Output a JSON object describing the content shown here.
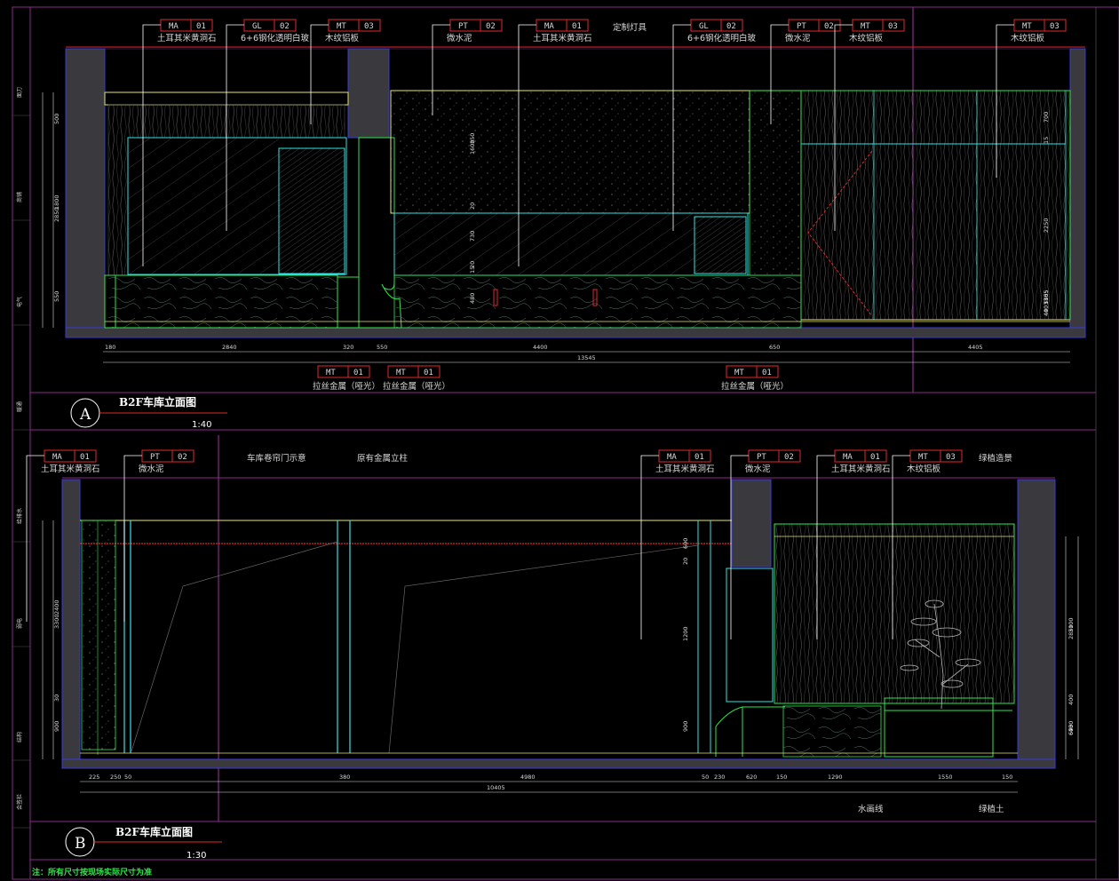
{
  "colors": {
    "background": "#000000",
    "frame": "#8a2a8a",
    "column": "#3a3a3e",
    "yellow": "#e8e36a",
    "cyan": "#2ee5e5",
    "green": "#2ee84a",
    "red": "#e0282a",
    "blue": "#3a3ad8"
  },
  "elevation_a": {
    "letter": "A",
    "title": "B2F车库立面图",
    "scale": "1:40",
    "tags_top": [
      {
        "code": "MA",
        "num": "01",
        "label": "土耳其米黄洞石"
      },
      {
        "code": "GL",
        "num": "02",
        "label": "6+6钢化透明白玻"
      },
      {
        "code": "MT",
        "num": "03",
        "label": "木纹铝板"
      },
      {
        "code": "PT",
        "num": "02",
        "label": "微水泥"
      },
      {
        "code": "MA",
        "num": "01",
        "label": "土耳其米黄洞石"
      },
      {
        "code": "GL",
        "num": "02",
        "label": "6+6钢化透明白玻"
      },
      {
        "code": "PT",
        "num": "02",
        "label": "微水泥"
      },
      {
        "code": "MT",
        "num": "03",
        "label": "木纹铝板"
      },
      {
        "code": "MT",
        "num": "03",
        "label": "木纹铝板"
      }
    ],
    "fixture_label": "定制灯具",
    "tags_bottom": [
      {
        "code": "MT",
        "num": "01",
        "label": "拉丝金属（哑光）"
      },
      {
        "code": "MT",
        "num": "01",
        "label": "拉丝金属（哑光）"
      },
      {
        "code": "MT",
        "num": "01",
        "label": "拉丝金属（哑光）"
      }
    ],
    "dims_bottom_row1": [
      "180",
      "2840",
      "320",
      "550",
      "4400",
      "650",
      "4405"
    ],
    "dims_bottom_total": "13545",
    "dims_left": [
      "500",
      "1800",
      "2850",
      "550"
    ],
    "dims_inner": [
      "350",
      "1600",
      "730",
      "20",
      "20",
      "480",
      "15"
    ],
    "dims_right": [
      "700",
      "2250",
      "40",
      "15",
      "380",
      "1165",
      "5",
      "1165",
      "40"
    ]
  },
  "elevation_b": {
    "letter": "B",
    "title": "B2F车库立面图",
    "scale": "1:30",
    "tags_top_left": [
      {
        "code": "MA",
        "num": "01",
        "label": "土耳其米黄洞石"
      },
      {
        "code": "PT",
        "num": "02",
        "label": "微水泥"
      }
    ],
    "labels_top": [
      "车库卷帘门示意",
      "原有金属立柱",
      "绿植造景"
    ],
    "tags_top_right": [
      {
        "code": "MA",
        "num": "01",
        "label": "土耳其米黄洞石"
      },
      {
        "code": "PT",
        "num": "02",
        "label": "微水泥"
      },
      {
        "code": "MA",
        "num": "01",
        "label": "土耳其米黄洞石"
      },
      {
        "code": "MT",
        "num": "03",
        "label": "木纹铝板"
      }
    ],
    "labels_bottom": [
      "水画线",
      "绿植土"
    ],
    "dims_bottom_row1": [
      "225",
      "250",
      "50",
      "380",
      "4980",
      "50",
      "230",
      "620",
      "150",
      "1290",
      "1550",
      "150"
    ],
    "dims_bottom_total": "10405",
    "dims_left": [
      "2400",
      "3300",
      "900",
      "30"
    ],
    "dims_inner": [
      "600",
      "20",
      "1200",
      "900"
    ],
    "dims_right": [
      "2100",
      "2850",
      "400",
      "670",
      "600",
      "450"
    ]
  },
  "side_labels": [
    "面刀",
    "商铺",
    "电气",
    "暖通",
    "给排水",
    "弱电",
    "结构",
    "会签栏"
  ],
  "note": "注：所有尺寸按现场实际尺寸为准"
}
